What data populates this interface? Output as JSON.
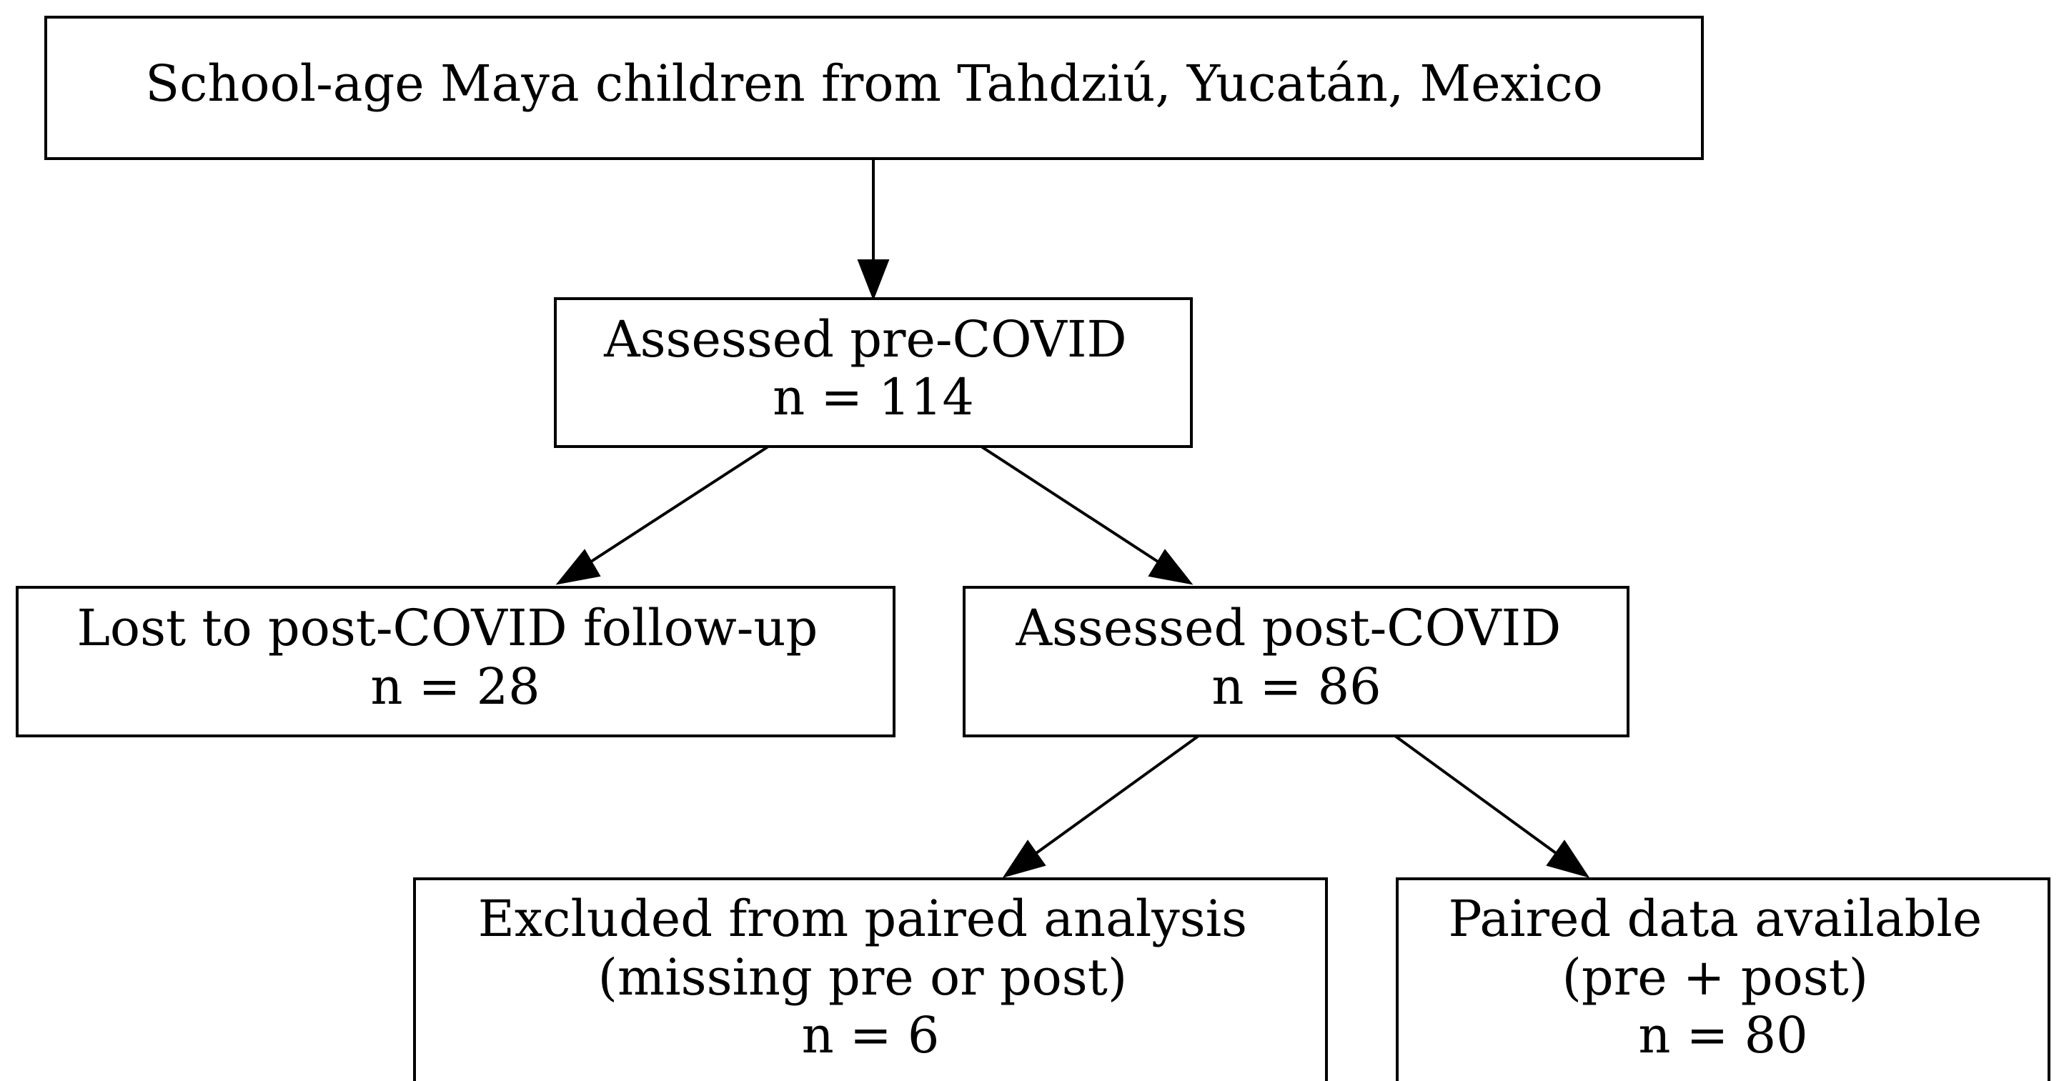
{
  "diagram": {
    "type": "flowchart",
    "nodes": [
      {
        "id": "population",
        "lines": [
          "School-age Maya children from Tahdziú, Yucatán, Mexico"
        ]
      },
      {
        "id": "pre-covid",
        "lines": [
          "Assessed pre-COVID",
          "n = 114"
        ]
      },
      {
        "id": "lost",
        "lines": [
          "Lost to post-COVID follow-up",
          "n = 28"
        ]
      },
      {
        "id": "post-covid",
        "lines": [
          "Assessed post-COVID",
          "n = 86"
        ]
      },
      {
        "id": "excluded",
        "lines": [
          "Excluded from paired analysis",
          "(missing pre or post)",
          "n = 6"
        ]
      },
      {
        "id": "paired",
        "lines": [
          "Paired data available",
          "(pre + post)",
          "n = 80"
        ]
      }
    ],
    "edges": [
      {
        "from": "population",
        "to": "pre-covid"
      },
      {
        "from": "pre-covid",
        "to": "lost"
      },
      {
        "from": "pre-covid",
        "to": "post-covid"
      },
      {
        "from": "post-covid",
        "to": "excluded"
      },
      {
        "from": "post-covid",
        "to": "paired"
      }
    ]
  }
}
